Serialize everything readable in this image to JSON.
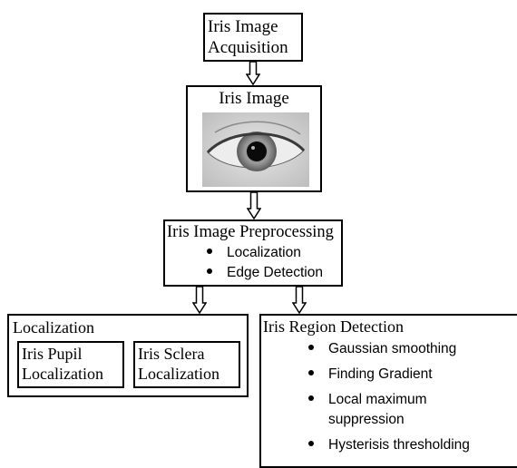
{
  "nodes": {
    "acquisition": {
      "line1": "Iris Image",
      "line2": "Acquisition"
    },
    "iris_image": {
      "title": "Iris Image"
    },
    "preprocessing": {
      "title": "Iris Image Preprocessing",
      "items": [
        "Localization",
        "Edge Detection"
      ]
    },
    "localization": {
      "title": "Localization",
      "pupil": {
        "line1": "Iris Pupil",
        "line2": "Localization"
      },
      "sclera": {
        "line1": "Iris Sclera",
        "line2": "Localization"
      }
    },
    "region_detection": {
      "title": "Iris Region Detection",
      "items": [
        "Gaussian smoothing",
        "Finding Gradient",
        "Local maximum",
        "suppression",
        "Hysterisis thresholding"
      ]
    }
  },
  "colors": {
    "stroke": "#000000",
    "iris": "#8a8a8a",
    "pupil": "#0a0a0a",
    "skin": "#d8d8d8"
  }
}
